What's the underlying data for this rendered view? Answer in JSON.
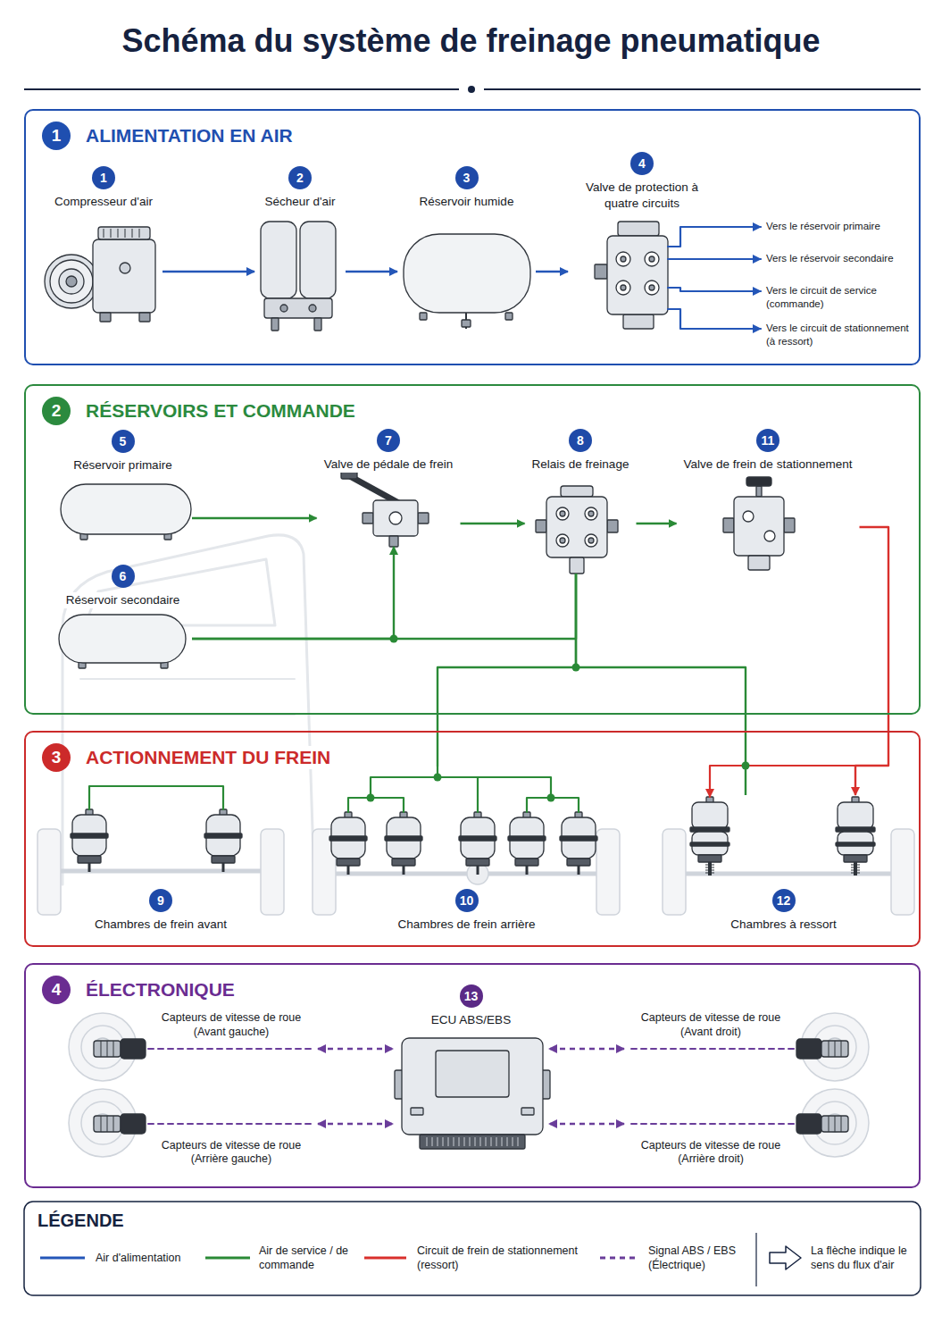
{
  "diagram": {
    "title": "Schéma du système de freinage pneumatique",
    "nodes": [
      {
        "text": [
          "1",
          "ALIMENTATION EN AIR"
        ]
      },
      {
        "text": [
          "1",
          "Compresseur d'air"
        ],
        "in": 0
      },
      {
        "text": [
          "2",
          "Sécheur d'air"
        ],
        "in": 0
      },
      {
        "text": [
          "3",
          "Réservoir humide"
        ],
        "in": 0
      },
      {
        "text": [
          "4",
          "Valve de protection à quatre circuits"
        ],
        "in": 0
      },
      {
        "text": [
          "2",
          "RÉSERVOIRS ET COMMANDE"
        ]
      },
      {
        "text": [
          "5",
          "Réservoir primaire"
        ],
        "in": 5
      },
      {
        "text": [
          "7",
          "Valve de pédale de frein"
        ],
        "in": 5
      },
      {
        "text": [
          "8",
          "Relais de freinage"
        ],
        "in": 5
      },
      {
        "text": [
          "11",
          "Valve de frein de stationnement"
        ],
        "in": 5
      },
      {
        "text": [
          "6",
          "Réservoir secondaire"
        ],
        "in": 5
      },
      {
        "text": [
          "3",
          "ACTIONNEMENT DU FREIN"
        ]
      },
      {
        "text": [
          "9",
          "Chambres de frein avant"
        ],
        "in": 11
      },
      {
        "text": [
          "10",
          "Chambres de frein arrière"
        ],
        "in": 11
      },
      {
        "text": [
          "12",
          "Chambres à ressort"
        ],
        "in": 11
      },
      {
        "text": [
          "4",
          "ÉLECTRONIQUE"
        ]
      },
      {
        "text": [
          "Capteurs de vitesse de roue (Avant gauche)"
        ],
        "in": 15
      },
      {
        "text": [
          "13",
          "ECU ABS/EBS"
        ],
        "in": 15
      },
      {
        "text": [
          "Capteurs de vitesse de roue (Avant droit)"
        ],
        "in": 15
      },
      {
        "text": [
          "Capteurs de vitesse de roue (Arrière gauche)"
        ],
        "in": 15
      },
      {
        "text": [
          "Capteurs de vitesse de roue (Arrière droit)"
        ],
        "in": 15
      }
    ],
    "edges": [
      {
        "from": 1,
        "to": 2,
        "arrow": "to"
      },
      {
        "from": 2,
        "to": 3,
        "arrow": "to"
      },
      {
        "from": 3,
        "to": 4,
        "arrow": "to"
      },
      {
        "from": 6,
        "to": 7,
        "arrow": "to"
      },
      {
        "from": 10,
        "to": 7,
        "arrow": "to"
      },
      {
        "from": 7,
        "to": 8,
        "arrow": "to"
      },
      {
        "from": 8,
        "to": 9,
        "arrow": "to"
      },
      {
        "from": 10,
        "to": 8,
        "arrow": "none"
      },
      {
        "from": 8,
        "to": 13,
        "arrow": "none"
      },
      {
        "from": 8,
        "to": 14,
        "arrow": "none"
      },
      {
        "from": 9,
        "to": 14,
        "arrow": "to"
      },
      {
        "from": 16,
        "to": 17,
        "arrow": "both"
      },
      {
        "from": 18,
        "to": 17,
        "arrow": "both"
      },
      {
        "from": 19,
        "to": 17,
        "arrow": "both"
      },
      {
        "from": 20,
        "to": 17,
        "arrow": "both"
      }
    ],
    "labels": [
      "Vers le réservoir primaire",
      "Vers le réservoir secondaire",
      "Vers le circuit de service (commande)",
      "Vers le circuit de stationnement (à ressort)",
      "LÉGENDE"
    ],
    "legend": [
      {
        "text": "Air d'alimentation"
      },
      {
        "text": "Air de service / de commande"
      },
      {
        "text": "Circuit de frein de stationnement (ressort)"
      },
      {
        "text": "Signal ABS / EBS (Électrique)"
      },
      {
        "text": "La flèche indique le sens du flux d'air"
      }
    ]
  }
}
